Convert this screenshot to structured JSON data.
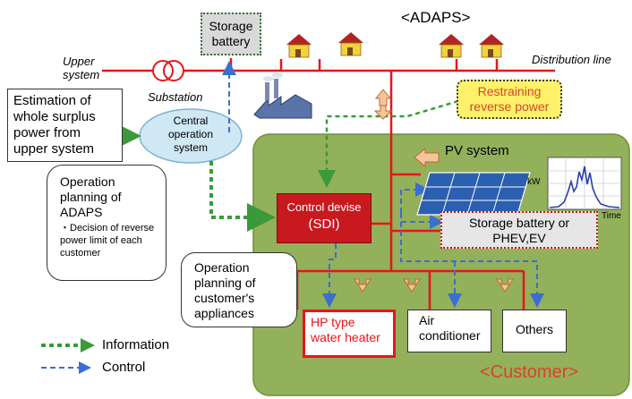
{
  "title": "<ADAPS>",
  "grid": {
    "upper_system": "Upper system",
    "substation": "Substation",
    "distribution_line": "Distribution line",
    "storage_battery_top": "Storage battery"
  },
  "estimation_box": "Estimation of whole surplus power from upper system",
  "central_system": "Central operation system",
  "restraining": "Restraining reverse power",
  "adaps_planning": {
    "title": "Operation planning of ADAPS",
    "bullet": "・Decision of reverse power limit of each customer"
  },
  "control_device": {
    "name": "Control devise",
    "abbr": "(SDI)"
  },
  "customer_planning": "Operation planning of customer's appliances",
  "pv_system": "PV system",
  "graph": {
    "ylabel": "kW",
    "xlabel": "Time"
  },
  "storage_customer": "Storage battery or PHEV,EV",
  "appliances": [
    "HP type water heater",
    "Air conditioner",
    "Others"
  ],
  "customer_label": "<Customer>",
  "legend": {
    "information": "Information",
    "control": "Control"
  },
  "colors": {
    "customer_area": "#93b05a",
    "power_line": "#e8151b",
    "information": "#3a9a3a",
    "control": "#3a6fd0",
    "sdi_fill": "#c8191f",
    "restraining_fill": "#fff26a",
    "central_fill": "#cfe8f4"
  }
}
